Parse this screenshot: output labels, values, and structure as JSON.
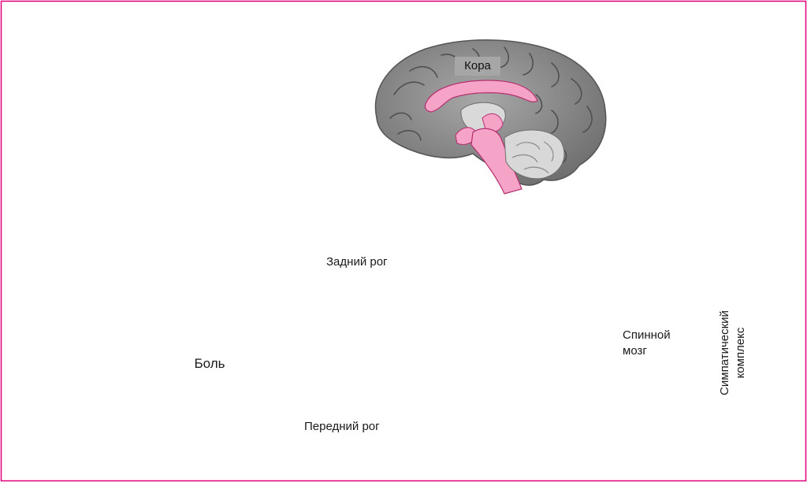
{
  "diagram": {
    "cortex_label": "Кора",
    "pain_label": "Боль",
    "dorsal_horn_label": "Задний рог",
    "ventral_horn_label": "Передний рог",
    "spinal_cord_label_line1": "Спинной",
    "spinal_cord_label_line2": "мозг",
    "sympathetic_label": "Симпатический\nкомплекс"
  },
  "colors": {
    "frame": "#e0007a",
    "arrow": "#d6006f",
    "pain_fill": "#e8408f",
    "pain_border": "#f3a6c9",
    "chevron_fill": "#f18ab8",
    "symp_fill": "#f06ca9",
    "brain_gray": "#8c8c8c",
    "brain_pink": "#f5a3c7",
    "cord_light": "#c9c9c9",
    "cord_dark": "#9e9e9e"
  }
}
